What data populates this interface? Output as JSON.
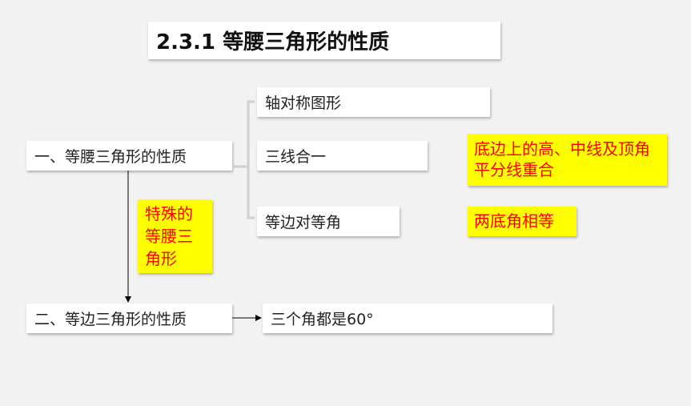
{
  "title": "2.3.1 等腰三角形的性质",
  "left_nodes": {
    "isosceles": "一、等腰三角形的性质",
    "equilateral": "二、等边三角形的性质"
  },
  "branch_items": {
    "axis_symmetry": "轴对称图形",
    "three_lines": "三线合一",
    "equal_sides_angles": "等边对等角"
  },
  "notes": {
    "three_lines_detail": "底边上的高、中线及顶角平分线重合",
    "base_angles_equal": "两底角相等",
    "special_isosceles": "特殊的等腰三角形"
  },
  "equilateral_property": "三个角都是60°",
  "colors": {
    "background": "#f2f2f2",
    "highlight_fill": "#ffff00",
    "highlight_text": "#ff0000"
  }
}
